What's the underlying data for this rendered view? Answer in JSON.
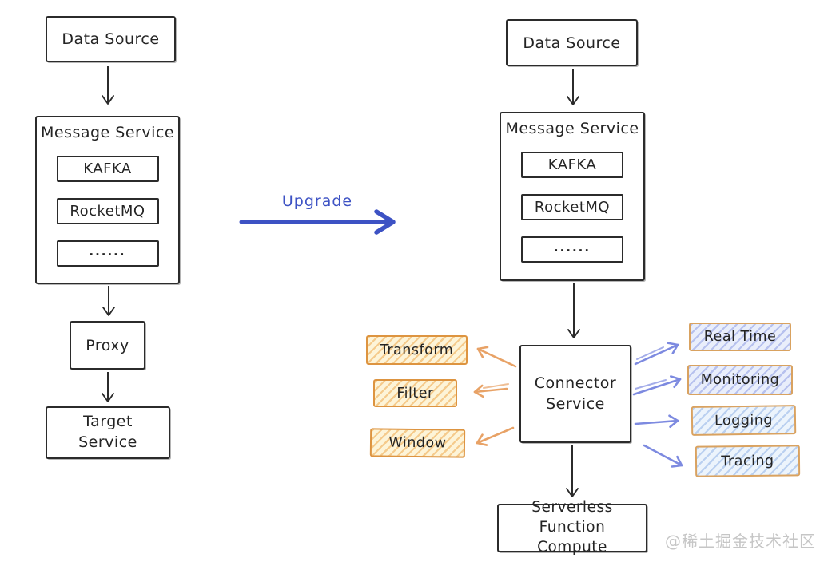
{
  "left_flow": {
    "data_source": "Data Source",
    "message_service": {
      "title": "Message Service",
      "items": [
        "KAFKA",
        "RocketMQ",
        "......"
      ]
    },
    "proxy": "Proxy",
    "target_service": "Target Service"
  },
  "upgrade": {
    "label": "Upgrade"
  },
  "right_flow": {
    "data_source": "Data Source",
    "message_service": {
      "title": "Message Service",
      "items": [
        "KAFKA",
        "RocketMQ",
        "......"
      ]
    },
    "connector_service": "Connector Service",
    "operators": [
      "Transform",
      "Filter",
      "Window"
    ],
    "destinations": [
      "Real Time",
      "Monitoring",
      "Logging",
      "Tracing"
    ],
    "serverless": "Serverless Function Compute"
  },
  "watermark": "@稀土掘金技术社区",
  "colors": {
    "ink": "#2b2b2b",
    "upgrade_blue": "#3d52c4",
    "arrow_blue": "#7d8ae0",
    "arrow_orange": "#e8a266",
    "operator_border": "#dd9440",
    "operator_fill": "#fdf5dc",
    "destination_border": "#d9a260",
    "destination_fill": "#eef1fb",
    "watermark_gray": "#c6c6c6"
  }
}
